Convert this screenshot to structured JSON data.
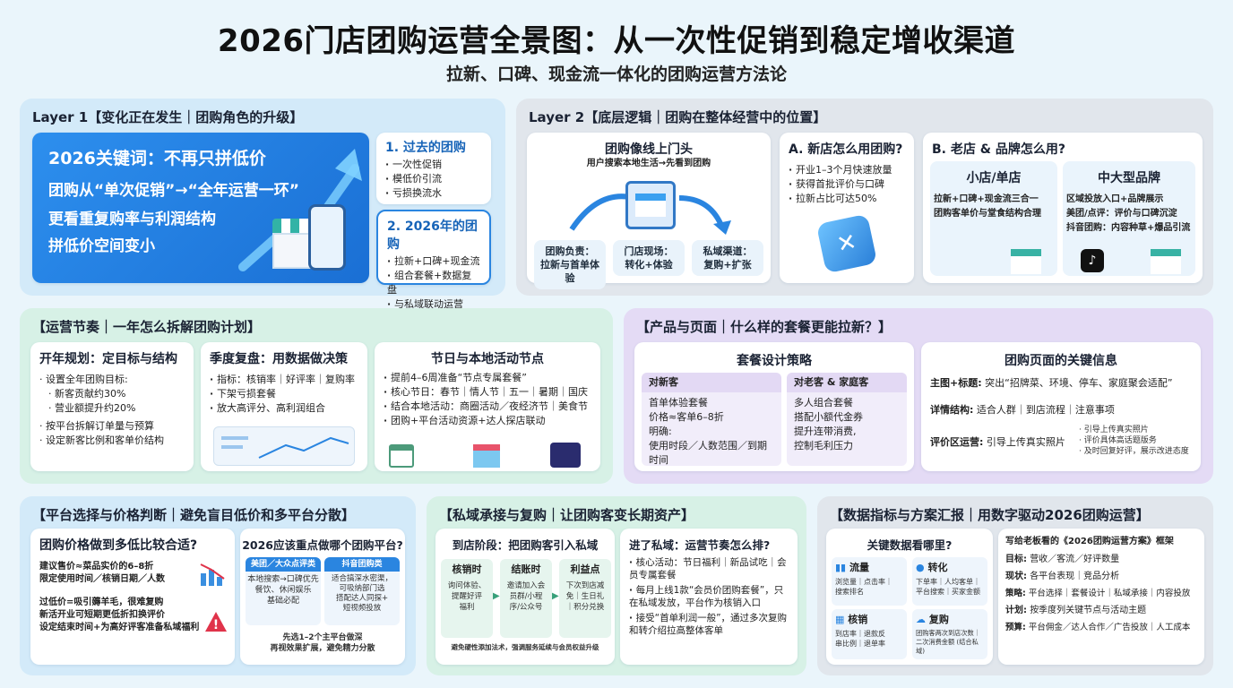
{
  "title": "2026门店团购运营全景图：从一次性促销到稳定增收渠道",
  "subtitle": "拉新、口碑、现金流一体化的团购运营方法论",
  "layer1": {
    "heading": "Layer 1【变化正在发生｜团购角色的升级】",
    "banner": [
      "2026关键词：不再只拼低价",
      "团购从“单次促销”→“全年运营一环”",
      "更看重复购率与利润结构",
      "拼低价空间变小"
    ],
    "past": {
      "title": "1. 过去的团购",
      "items": [
        "一次性促销",
        "模低价引流",
        "亏损换流水"
      ]
    },
    "now": {
      "title": "2. 2026年的团购",
      "items": [
        "拉新+口碑+现金流",
        "组合套餐+数据复盘",
        "与私域联动运营"
      ]
    }
  },
  "layer2": {
    "heading": "Layer 2【底层逻辑｜团购在整体经营中的位置】",
    "storefront": {
      "title": "团购像线上门头",
      "sub": "用户搜索本地生活→先看到团购",
      "pills": [
        "团购负责：\n拉新与首单体验",
        "门店现场：\n转化+体验",
        "私域渠道：\n复购+扩张"
      ]
    },
    "a": {
      "title": "A. 新店怎么用团购?",
      "items": [
        "开业1–3个月快速放量",
        "获得首批评价与口碑",
        "拉新占比可达50%"
      ]
    },
    "b": {
      "title": "B. 老店 & 品牌怎么用?",
      "small": {
        "title": "小店/单店",
        "lines": [
          "拉新+口碑+现金流三合一",
          "团购客单价与堂食结构合理"
        ]
      },
      "big": {
        "title": "中大型品牌",
        "lines": [
          "区域投放入口+品牌展示",
          "美团/点评：评价与口碑沉淀",
          "抖音团购：内容种草+爆品引流"
        ]
      }
    }
  },
  "rhythm": {
    "heading": "【运营节奏｜一年怎么拆解团购计划】",
    "annual": {
      "title": "开年规划：定目标与结构",
      "items": [
        "设置全年团购目标:",
        "按平台拆解订单量与预算",
        "设定新客比例和客单价结构"
      ],
      "subs": [
        "新客贡献约30%",
        "营业额提升约20%"
      ]
    },
    "quarter": {
      "title": "季度复盘：用数据做决策",
      "items": [
        "指标：核销率｜好评率｜复购率",
        "下架亏损套餐",
        "放大高评分、高利润组合"
      ]
    },
    "festival": {
      "title": "节日与本地活动节点",
      "items": [
        "提前4–6周准备“节点专属套餐”",
        "核心节日：春节｜情人节｜五一｜暑期｜国庆",
        "结合本地活动：商圈活动／夜经济节｜美食节",
        "团购+平台活动资源+达人探店联动"
      ]
    }
  },
  "product": {
    "heading": "【产品与页面｜什么样的套餐更能拉新？】",
    "strategy": {
      "title": "套餐设计策略",
      "new": {
        "head": "对新客",
        "lines": [
          "首单体验套餐",
          "价格≈客单6–8折",
          "明确:",
          "使用时段／人数范围／到期时间"
        ]
      },
      "old": {
        "head": "对老客 & 家庭客",
        "lines": [
          "多人组合套餐",
          "搭配小额代金券",
          "提升连带消费,",
          "控制毛利压力"
        ]
      }
    },
    "page": {
      "title": "团购页面的关键信息",
      "rows": [
        {
          "k": "主图+标题:",
          "v": "突出“招牌菜、环境、停车、家庭聚会适配”"
        },
        {
          "k": "详情结构:",
          "v": "适合人群｜到店流程｜注意事项"
        },
        {
          "k": "评价区运营:",
          "v": "引导上传真实照片"
        }
      ],
      "review_items": [
        "引导上传真实照片",
        "评价具体高话题版务",
        "及时回复好评，展示改进态度"
      ]
    }
  },
  "platform": {
    "heading": "【平台选择与价格判断｜避免盲目低价和多平台分散】",
    "price": {
      "title": "团购价格做到多低比较合适?",
      "l1": [
        "建议售价≈菜品实价的6–8折",
        "限定使用时间／核销日期／人数"
      ],
      "l2": [
        "过低价=吸引薅羊毛，很难复购",
        "新活开业可短期更低折扣换评价",
        "设定结束时间+为高好评客准备私域福利"
      ]
    },
    "which": {
      "title": "2026应该重点做哪个团购平台?",
      "m": {
        "head": "美团／大众点评类",
        "text": "本地搜索→口碑优先\n餐饮、休闲娱乐\n基础必配"
      },
      "d": {
        "head": "抖音团购类",
        "text": "适合搞深水密渠，\n可吸纳部门选\n搭配达人同探+\n短视频投放"
      },
      "foot": "先选1–2个主平台做深\n再视效果扩展，避免精力分散"
    }
  },
  "private": {
    "heading": "【私域承接与复购｜让团购客变长期资产】",
    "arrive": {
      "title": "到店阶段：把团购客引入私域",
      "steps": [
        {
          "h": "核销时",
          "t": "询问体验、\n提醒好评\n福利"
        },
        {
          "h": "结账时",
          "t": "邀请加入会\n员群/小程\n序/公众号"
        },
        {
          "h": "利益点",
          "t": "下次到店减\n免｜生日礼\n｜积分兑换"
        }
      ],
      "foot": "避免硬性添加法术，强调服务延续与会员权益升级"
    },
    "enter": {
      "title": "进了私域：运营节奏怎么排?",
      "items": [
        "核心活动：节日福利｜新品试吃｜会员专属套餐",
        "每月上线1款“会员价团购套餐”，只在私域发放，平台作为核销入口",
        "接受“首单利润一般”，通过多次复购和转介绍拉高整体客单"
      ]
    }
  },
  "metrics": {
    "heading": "【数据指标与方案汇报｜用数字驱动2026团购运营】",
    "where": {
      "title": "关键数据看哪里?",
      "cells": [
        {
          "h": "流量",
          "t": "浏览量｜点击率｜\n搜索排名"
        },
        {
          "h": "转化",
          "t": "下单率｜人均客单｜\n平台搜索｜买家金额"
        },
        {
          "h": "核销",
          "t": "到店率｜退款反\n串比例｜退单率"
        },
        {
          "h": "复购",
          "t": "团购客两次到店次数｜\n二次消费金额 (结合私域)"
        }
      ]
    },
    "report": {
      "title": "写给老板看的《2026团购运营方案》框架",
      "rows": [
        {
          "k": "目标:",
          "v": "营收／客流／好评数量"
        },
        {
          "k": "现状:",
          "v": "各平台表现｜竞品分析"
        },
        {
          "k": "策略:",
          "v": "平台选择｜套餐设计｜私域承接｜内容投放"
        },
        {
          "k": "计划:",
          "v": "按季度列关键节点与活动主题"
        },
        {
          "k": "预算:",
          "v": "平台佣金／达人合作／广告投放｜人工成本"
        }
      ]
    }
  },
  "colors": {
    "blue": "#1f87e6",
    "green_bg": "#dff4ec",
    "purple_bg": "#e6ddf6",
    "blue_bg": "#d9ecf9",
    "gray_bg": "#e6eaef"
  }
}
